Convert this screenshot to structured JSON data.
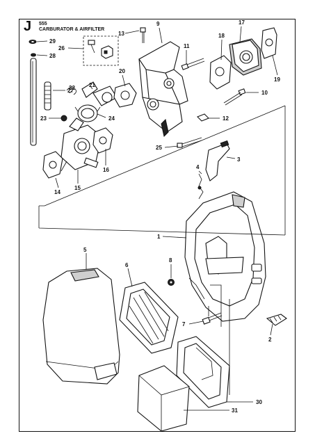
{
  "header": {
    "letter": "J",
    "model": "555",
    "title": "CARBURATOR & AIRFILTER"
  },
  "callouts": [
    {
      "id": "c29",
      "text": "29"
    },
    {
      "id": "c28",
      "text": "28"
    },
    {
      "id": "c26",
      "text": "26"
    },
    {
      "id": "c13",
      "text": "13"
    },
    {
      "id": "c9",
      "text": "9"
    },
    {
      "id": "c11",
      "text": "11"
    },
    {
      "id": "c18",
      "text": "18"
    },
    {
      "id": "c17",
      "text": "17"
    },
    {
      "id": "c19",
      "text": "19"
    },
    {
      "id": "c22",
      "text": "22"
    },
    {
      "id": "c21",
      "text": "21"
    },
    {
      "id": "c20",
      "text": "20"
    },
    {
      "id": "c27",
      "text": "27"
    },
    {
      "id": "c10",
      "text": "10"
    },
    {
      "id": "c23",
      "text": "23"
    },
    {
      "id": "c24",
      "text": "24"
    },
    {
      "id": "c12",
      "text": "12"
    },
    {
      "id": "c25",
      "text": "25"
    },
    {
      "id": "c16",
      "text": "16"
    },
    {
      "id": "c3",
      "text": "3"
    },
    {
      "id": "c4",
      "text": "4"
    },
    {
      "id": "c14",
      "text": "14"
    },
    {
      "id": "c15",
      "text": "15"
    },
    {
      "id": "c1",
      "text": "1"
    },
    {
      "id": "c5",
      "text": "5"
    },
    {
      "id": "c6",
      "text": "6"
    },
    {
      "id": "c8",
      "text": "8"
    },
    {
      "id": "c7",
      "text": "7"
    },
    {
      "id": "c2",
      "text": "2"
    },
    {
      "id": "c30",
      "text": "30"
    },
    {
      "id": "c31",
      "text": "31"
    }
  ]
}
